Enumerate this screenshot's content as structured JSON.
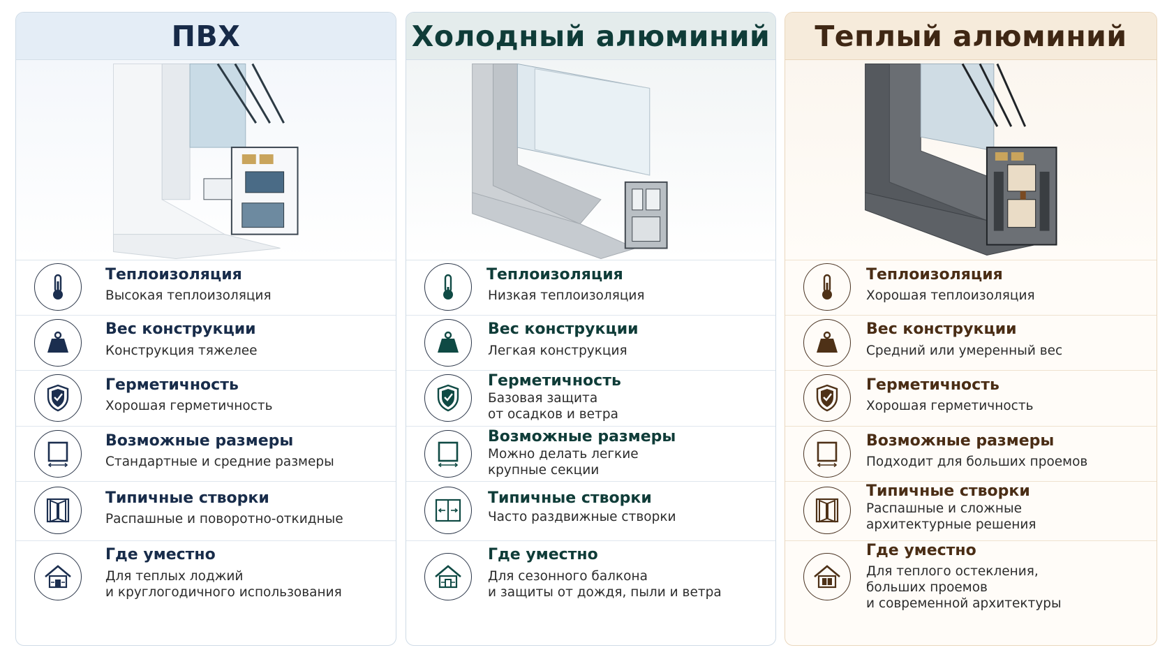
{
  "columns": [
    {
      "title": "ПВХ",
      "rows": [
        {
          "title": "Теплоизоляция",
          "lines": [
            "Высокая теплоизоляция"
          ]
        },
        {
          "title": "Вес конструкции",
          "lines": [
            "Конструкция тяжелее"
          ]
        },
        {
          "title": "Герметичность",
          "lines": [
            "Хорошая герметичность"
          ]
        },
        {
          "title": "Возможные размеры",
          "lines": [
            "Стандартные и средние размеры"
          ]
        },
        {
          "title": "Типичные створки",
          "lines": [
            "Распашные и поворотно-откидные"
          ]
        },
        {
          "title": "Где уместно",
          "lines": [
            "Для теплых лоджий",
            "и круглогодичного использования"
          ]
        }
      ]
    },
    {
      "title": "Холодный алюминий",
      "rows": [
        {
          "title": "Теплоизоляция",
          "lines": [
            "Низкая теплоизоляция"
          ]
        },
        {
          "title": "Вес конструкции",
          "lines": [
            "Легкая конструкция"
          ]
        },
        {
          "title": "Герметичность",
          "lines": [
            "Базовая защита",
            "от осадков и ветра"
          ]
        },
        {
          "title": "Возможные размеры",
          "lines": [
            "Можно делать легкие",
            "крупные секции"
          ]
        },
        {
          "title": "Типичные створки",
          "lines": [
            "Часто раздвижные створки"
          ]
        },
        {
          "title": "Где уместно",
          "lines": [
            "Для сезонного балкона",
            "и защиты от дождя, пыли и ветра"
          ]
        }
      ]
    },
    {
      "title": "Теплый алюминий",
      "rows": [
        {
          "title": "Теплоизоляция",
          "lines": [
            "Хорошая теплоизоляция"
          ]
        },
        {
          "title": "Вес конструкции",
          "lines": [
            "Средний или умеренный вес"
          ]
        },
        {
          "title": "Герметичность",
          "lines": [
            "Хорошая герметичность"
          ]
        },
        {
          "title": "Возможные размеры",
          "lines": [
            "Подходит для больших проемов"
          ]
        },
        {
          "title": "Типичные створки",
          "lines": [
            "Распашные и сложные",
            "архитектурные решения"
          ]
        },
        {
          "title": "Где уместно",
          "lines": [
            "Для теплого остекления,",
            "больших проемов",
            "и современной архитектуры"
          ]
        }
      ]
    }
  ],
  "icons": [
    "thermometer-icon",
    "weight-icon",
    "shield-icon",
    "size-frame-icon",
    "sash-icon",
    "house-icon"
  ],
  "colors": {
    "pvc_accent": "#1b2e4f",
    "cold_accent": "#0f4a44",
    "warm_accent": "#4e3117"
  }
}
